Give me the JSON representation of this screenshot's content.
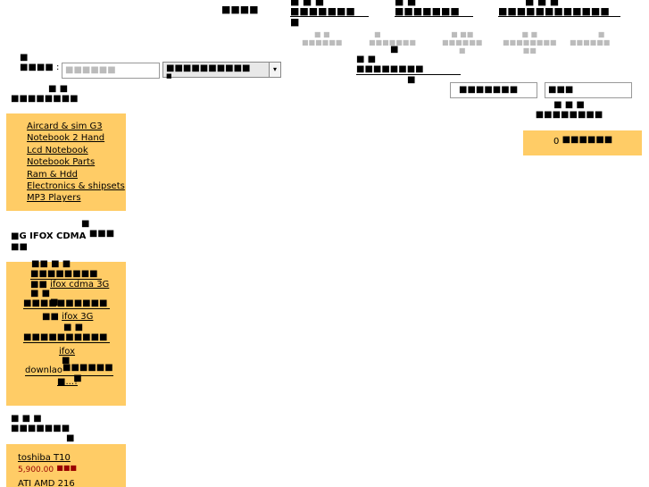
{
  "top_nav": {
    "item1": "■■■■",
    "item2_line1": "■ ■ ■",
    "item2_line2": "■■■■■■■",
    "item2_line3": "■",
    "item3_line1": "■ ■",
    "item3_line2": "■■■■■■■",
    "item4_line1": "■ ■ ■",
    "item4_line2": "■■■■■■■■■■■■"
  },
  "sub_nav": {
    "a_line1": "■  ■",
    "a_line2": "■■■■■■",
    "b_line1": "■",
    "b_line2": "■■■■■■■",
    "c_line1": "■ ■■",
    "c_line2": "■■■■■■",
    "c_line3": "■",
    "d_line1": "■ ■",
    "d_line2": "■■■■■■■■",
    "d_line3": "■■",
    "e_line1": "■",
    "e_line2": "■■■■■■"
  },
  "search": {
    "label_top": "■",
    "label": "■■■■ :",
    "input_value": "■■■■■■",
    "select_value": "■■■■■■■■■■",
    "select_underline": "■"
  },
  "center_block": {
    "line1": "■",
    "line2": "■    ■",
    "line3": "■■■■■■■■",
    "line4": "■"
  },
  "categories": {
    "heading_line1": "■  ■",
    "heading_line2": "■■■■■■■■",
    "items": [
      "Aircard & sim G3",
      "Notebook 2 Hand",
      "Lcd Notebook",
      "Notebook Parts",
      "Ram & Hdd",
      "Electronics & shipsets",
      "MP3 Players"
    ]
  },
  "ifox_section": {
    "heading_top": "■",
    "heading": "■G IFOX CDMA",
    "heading_tail": "■■■",
    "heading_line2": "■■",
    "row1_a": "■■  ■ ■",
    "row1_b": "■■■■■■■■",
    "row2_prefix": "■■",
    "row2_link": "ifox cdma 3G",
    "row3_a": "■  ■",
    "row3_b": "■■■■■■■■■■",
    "row3_c": "■",
    "row4_prefix": "■■",
    "row4_link": "ifox 3G",
    "row5_a": "■ ■",
    "row5_b": "■■■■■■■■■■",
    "row6_link": "ifox",
    "row7_a": "■",
    "row7_prefix": "downlao",
    "row7_link": "■■■■■■",
    "row8": "■...!",
    "row8_tail": "■"
  },
  "products_section": {
    "heading_line1": "■ ■ ■",
    "heading_line2": "■■■■■■■",
    "heading_line3": "■",
    "item1_name": "toshiba T10",
    "item1_price": "5,900.00",
    "item1_currency": "■■■",
    "item2_name": "ATI AMD 216"
  },
  "login": {
    "input1": "■■■■■■■",
    "input2": "■■■",
    "heading_line1": "■ ■ ■",
    "heading_line2": "■■■■■■■■"
  },
  "cart": {
    "count": "0",
    "label": "■■■■■■"
  }
}
